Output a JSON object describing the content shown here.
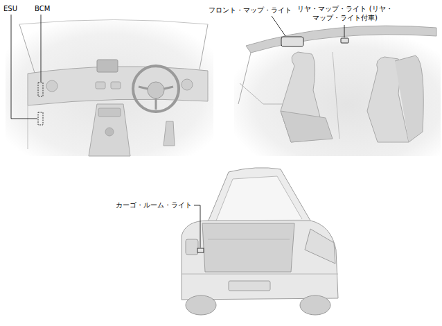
{
  "diagram": {
    "labels": [
      "ESU",
      "BCM",
      "フロント・マップ・ライト",
      "リヤ・マップ・ライト (リヤ・マップ・ライト付車)",
      "カーゴ・ルーム・ライト"
    ]
  }
}
